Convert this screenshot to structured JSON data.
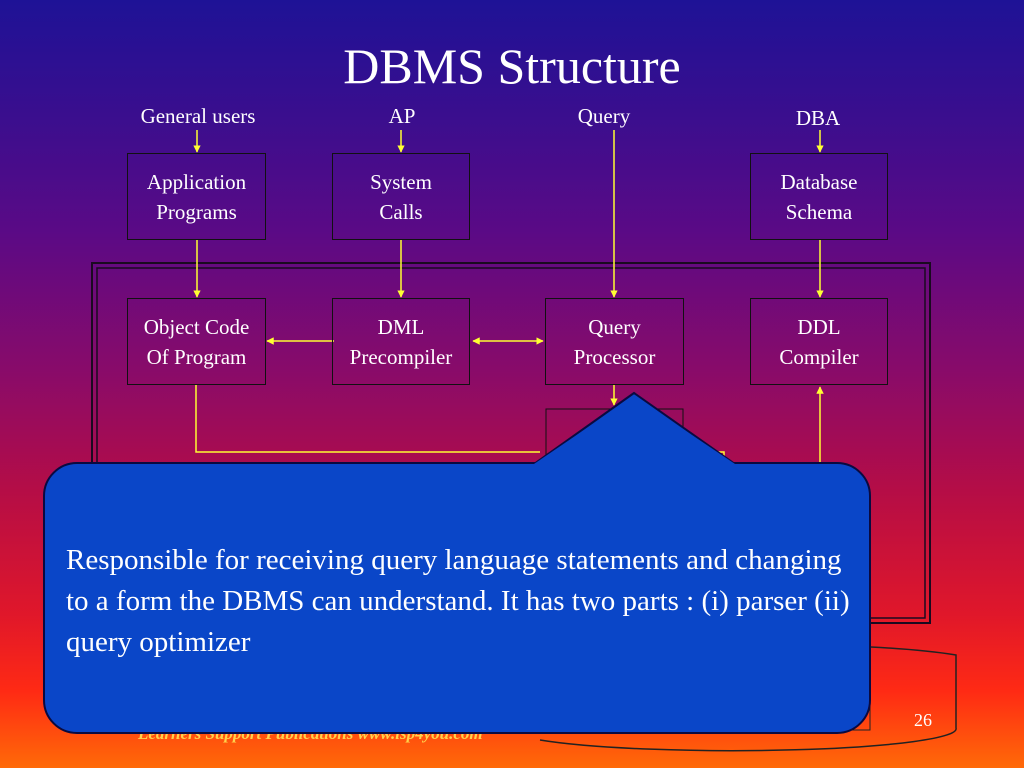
{
  "slide": {
    "title": "DBMS Structure",
    "footer": "Learners Support Publications  www.lsp4you.com",
    "page_number": "26"
  },
  "users": {
    "general_users": "General users",
    "ap": "AP",
    "query": "Query",
    "dba": "DBA"
  },
  "boxes": {
    "application_programs": [
      "Application",
      "Programs"
    ],
    "system_calls": [
      "System",
      "Calls"
    ],
    "database_schema": [
      "Database",
      "Schema"
    ],
    "object_code": [
      "Object Code",
      "Of Program"
    ],
    "dml_precompiler": [
      "DML",
      "Precompiler"
    ],
    "query_processor": [
      "Query",
      "Processor"
    ],
    "ddl_compiler": [
      "DDL",
      "Compiler"
    ]
  },
  "callout": {
    "text": "Responsible for receiving query language statements and changing to a form the DBMS can understand. It has two parts : (i) parser (ii) query optimizer"
  },
  "colors": {
    "arrow": "#ffff33",
    "callout_fill": "#0a46c8",
    "frame": "#1a0a20"
  }
}
